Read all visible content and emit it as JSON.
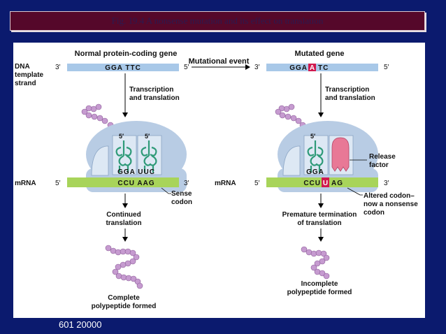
{
  "title": "Fig. 19.4 A nonsense mutation and its effect on translation",
  "footer": "601 20000",
  "left": {
    "header": "Normal protein-coding gene",
    "dna_side_label_1": "DNA",
    "dna_side_label_2": "template",
    "dna_side_label_3": "strand",
    "dna_3": "3′",
    "dna_5": "5′",
    "dna_seq": "GGA TTC",
    "step_1": "Transcription",
    "step_2": "and translation",
    "trna_5_a": "5′",
    "trna_5_b": "5′",
    "anticodons": "GGA UUC",
    "mrna_label": "mRNA",
    "mrna_5": "5′",
    "mrna_3": "3′",
    "mrna_seq": "CCU AAG",
    "codon_label_1": "Sense",
    "codon_label_2": "codon",
    "next_1": "Continued",
    "next_2": "translation",
    "result_1": "Complete",
    "result_2": "polypeptide formed"
  },
  "middle": {
    "event": "Mutational event"
  },
  "right": {
    "header": "Mutated gene",
    "dna_3": "3′",
    "dna_5": "5′",
    "dna_seq_a": "GGA",
    "dna_mut": "A",
    "dna_seq_b": "TC",
    "step_1": "Transcription",
    "step_2": "and translation",
    "trna_5": "5′",
    "anticodon": "GGA",
    "release_1": "Release",
    "release_2": "factor",
    "mrna_label": "mRNA",
    "mrna_5": "5′",
    "mrna_3": "3′",
    "mrna_seq_a": "CCU",
    "mrna_mut": "U",
    "mrna_seq_b": "AG",
    "codon_label_1": "Altered codon–",
    "codon_label_2": "now a nonsense",
    "codon_label_3": "codon",
    "next_1": "Premature termination",
    "next_2": "of translation",
    "result_1": "Incomplete",
    "result_2": "polypeptide formed"
  },
  "colors": {
    "background": "#0b1a6e",
    "title_bar": "#55082a",
    "dna": "#a8c8e8",
    "mrna": "#a8d45a",
    "ribosome": "#b8cce4",
    "trna": "#2e9a78",
    "polypeptide": "#c69bd0",
    "mutation": "#d0194e",
    "release_factor": "#e87896"
  }
}
